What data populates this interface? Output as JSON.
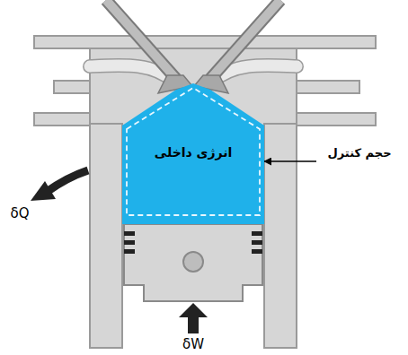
{
  "diagram": {
    "nodes": [
      {
        "text": [
          "انرژی داخلی"
        ]
      }
    ],
    "labels": [
      "حجم کنترل",
      "δQ",
      "δW"
    ]
  }
}
